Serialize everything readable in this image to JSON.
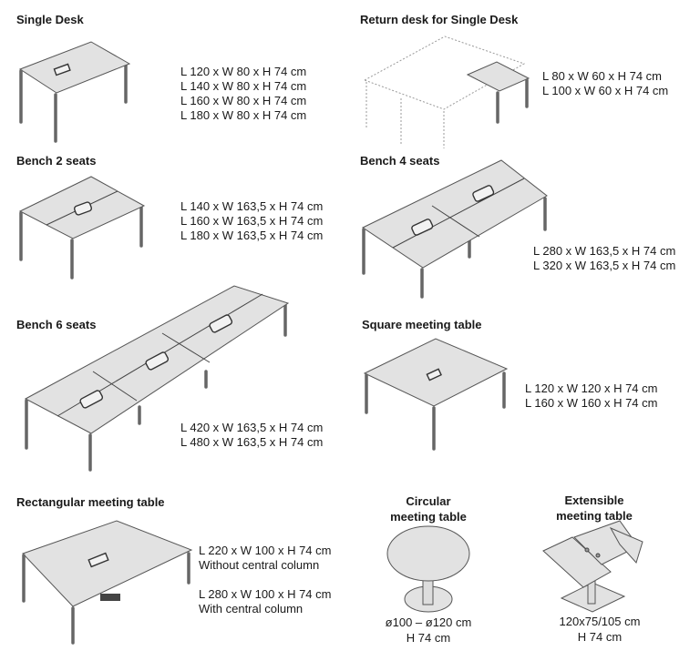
{
  "products": [
    {
      "title": "Single Desk",
      "dims": [
        "L 120 x W 80 x H 74 cm",
        "L 140 x W 80 x H 74 cm",
        "L 160 x W 80 x H 74 cm",
        "L 180 x W 80 x H 74 cm"
      ]
    },
    {
      "title": "Return desk for Single Desk",
      "dims": [
        "L 80 x W 60 x H 74 cm",
        "L 100 x W 60 x H 74 cm"
      ]
    },
    {
      "title": "Bench 2 seats",
      "dims": [
        "L 140 x W 163,5 x H 74 cm",
        "L 160 x W 163,5 x H 74 cm",
        "L 180 x W 163,5 x H 74 cm"
      ]
    },
    {
      "title": "Bench 4 seats",
      "dims": [
        "L 280 x W 163,5 x H 74 cm",
        "L 320 x W 163,5 x H 74 cm"
      ]
    },
    {
      "title": "Bench 6 seats",
      "dims": [
        "L 420 x W 163,5 x H 74 cm",
        "L 480 x W 163,5 x H 74 cm"
      ]
    },
    {
      "title": "Square meeting table",
      "dims": [
        "L 120 x W 120 x H 74 cm",
        "L 160 x W 160 x H 74 cm"
      ]
    },
    {
      "title": "Rectangular meeting table",
      "dims": [
        "L 220 x W 100 x H 74 cm",
        "Without central column",
        "L 280 x W 100 x H 74 cm",
        "With central column"
      ]
    },
    {
      "title_lines": [
        "Circular",
        "meeting table"
      ],
      "dims": [
        "ø100 – ø120 cm",
        "H 74 cm"
      ]
    },
    {
      "title_lines": [
        "Extensible",
        "meeting table"
      ],
      "dims": [
        "120x75/105 cm",
        "H 74 cm"
      ]
    }
  ]
}
